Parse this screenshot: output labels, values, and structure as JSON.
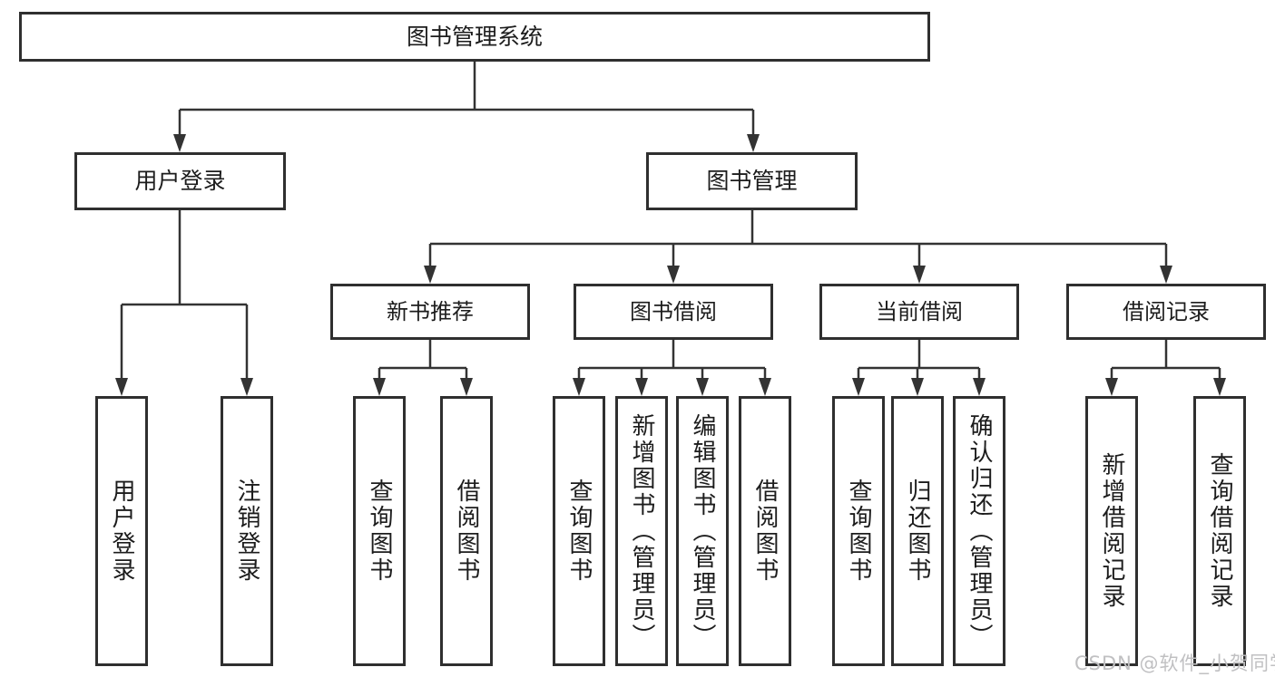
{
  "diagram": {
    "title": "图书管理系统",
    "root": "图书管理系统",
    "level2": [
      "用户登录",
      "图书管理"
    ],
    "level3": [
      "新书推荐",
      "图书借阅",
      "当前借阅",
      "借阅记录"
    ],
    "leaves": [
      "用户登录",
      "注销登录",
      "查询图书",
      "借阅图书",
      "查询图书",
      "新增图书（管理员）",
      "编辑图书（管理员）",
      "借阅图书",
      "查询图书",
      "归还图书",
      "确认归还（管理员）",
      "新增借阅记录",
      "查询借阅记录"
    ],
    "structure": {
      "图书管理系统": [
        "用户登录",
        "图书管理"
      ],
      "用户登录": [
        "用户登录",
        "注销登录"
      ],
      "图书管理": [
        "新书推荐",
        "图书借阅",
        "当前借阅",
        "借阅记录"
      ],
      "新书推荐": [
        "查询图书",
        "借阅图书"
      ],
      "图书借阅": [
        "查询图书",
        "新增图书（管理员）",
        "编辑图书（管理员）",
        "借阅图书"
      ],
      "当前借阅": [
        "查询图书",
        "归还图书",
        "确认归还（管理员）"
      ],
      "借阅记录": [
        "新增借阅记录",
        "查询借阅记录"
      ]
    }
  },
  "watermark": "CSDN @软件_小贺同学",
  "colors": {
    "line": "#333333",
    "border": "#2f2f2f",
    "text": "#1c1c1c",
    "watermark": "#c0c0c2",
    "background": "#ffffff"
  }
}
